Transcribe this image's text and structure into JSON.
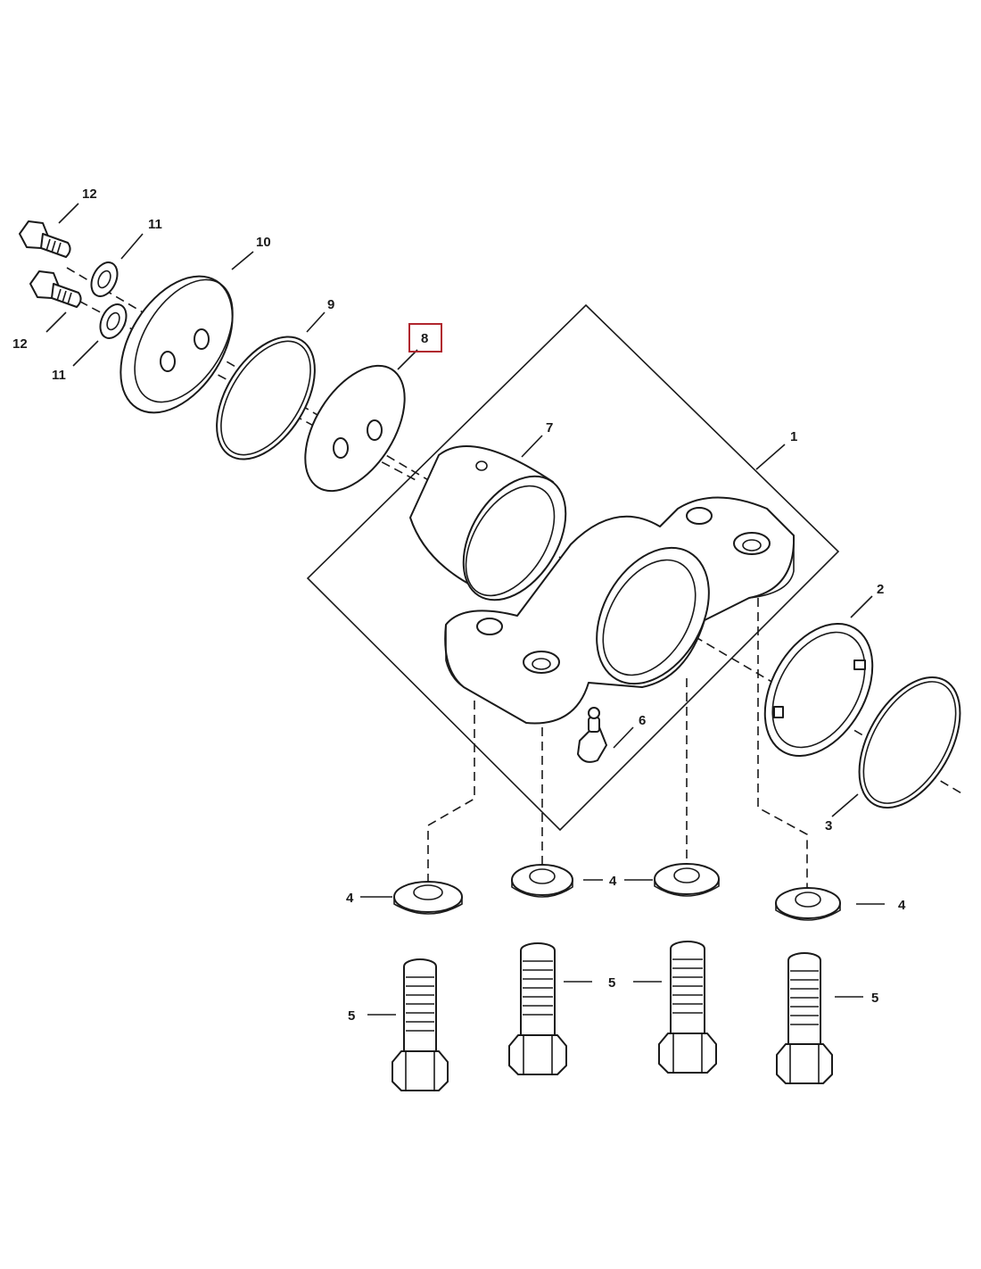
{
  "callouts": {
    "c1": "1",
    "c2": "2",
    "c3": "3",
    "c4a": "4",
    "c4b": "4",
    "c4c": "4",
    "c4d": "4",
    "c5a": "5",
    "c5b": "5",
    "c5c": "5",
    "c5d": "5",
    "c6": "6",
    "c7": "7",
    "c8": "8",
    "c9": "9",
    "c10": "10",
    "c11a": "11",
    "c11b": "11",
    "c12a": "12",
    "c12b": "12"
  },
  "highlight": {
    "callout": "8",
    "color": "#b0262e"
  },
  "colors": {
    "ink": "#1a1a1a",
    "paper": "#ffffff"
  }
}
